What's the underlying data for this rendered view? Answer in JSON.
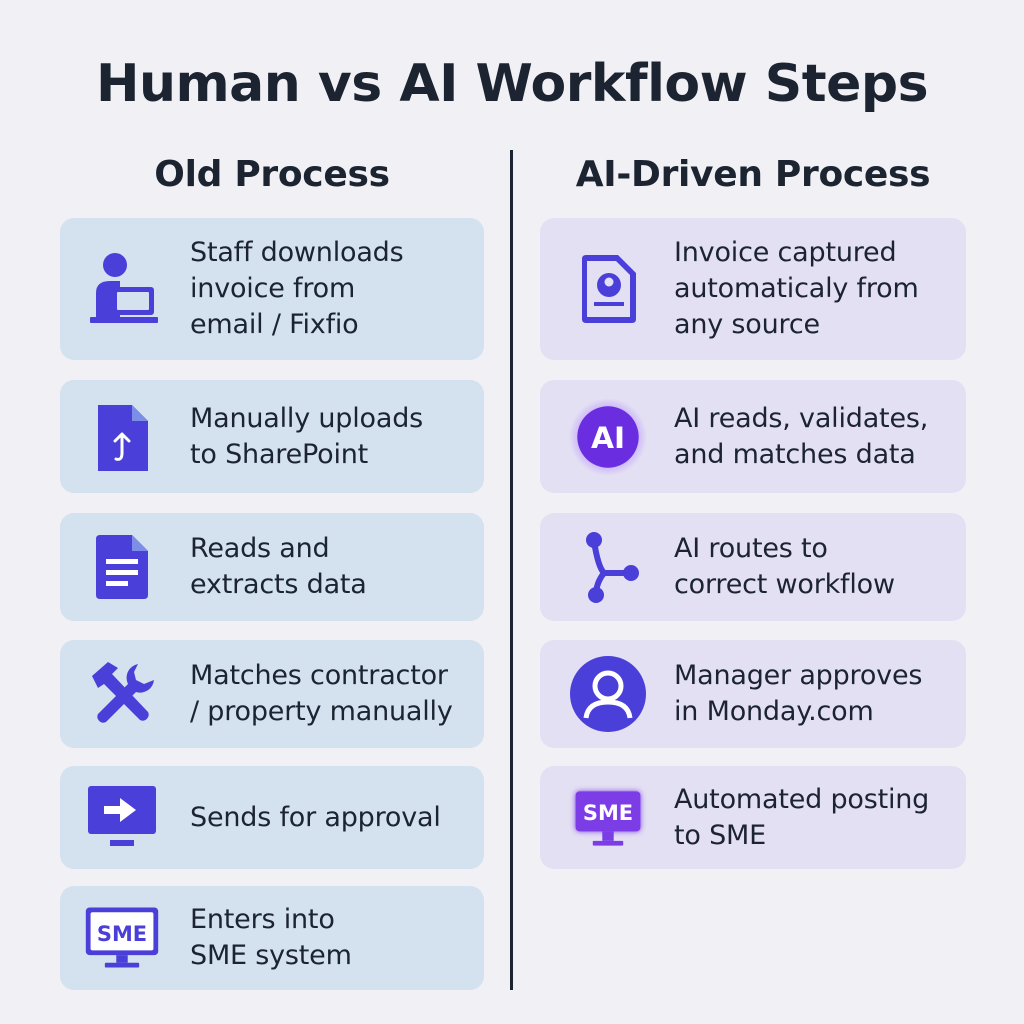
{
  "title": "Human vs AI Workflow Steps",
  "old_process": {
    "heading": "Old Process",
    "steps": [
      {
        "icon": "person-laptop-icon",
        "text": "Staff downloads\ninvoice from\nemail / Fixfio"
      },
      {
        "icon": "file-upload-icon",
        "text": "Manually uploads\nto SharePoint"
      },
      {
        "icon": "document-icon",
        "text": "Reads and\nextracts data"
      },
      {
        "icon": "hammer-wrench-icon",
        "text": "Matches contractor\n/ property manually"
      },
      {
        "icon": "monitor-arrow-icon",
        "text": "Sends for approval"
      },
      {
        "icon": "monitor-sme-icon",
        "icon_label": "SME",
        "text": "Enters into\nSME system"
      }
    ]
  },
  "ai_process": {
    "heading": "AI-Driven Process",
    "steps": [
      {
        "icon": "document-capture-icon",
        "text": "Invoice captured\nautomaticaly from\nany source"
      },
      {
        "icon": "ai-badge-icon",
        "icon_label": "AI",
        "text": "AI reads, validates,\nand matches data"
      },
      {
        "icon": "workflow-branch-icon",
        "text": "AI routes to\ncorrect workflow"
      },
      {
        "icon": "user-circle-icon",
        "text": "Manager approves\nin Monday.com"
      },
      {
        "icon": "monitor-sme-glow-icon",
        "icon_label": "SME",
        "text": "Automated posting\nto SME"
      }
    ]
  },
  "colors": {
    "old_card": "#d4e1ef",
    "ai_card": "#e4e0f3",
    "icon_primary": "#4a3fd8",
    "ai_accent": "#7b3ee6",
    "text": "#1b2430"
  }
}
